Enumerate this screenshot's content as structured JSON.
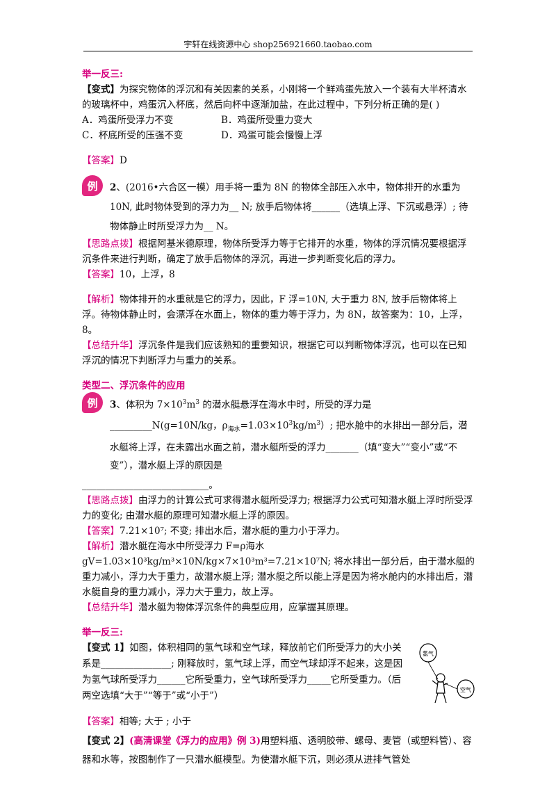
{
  "header": {
    "text": "宇轩在线资源中心   shop256921660.taobao.com"
  },
  "s1": {
    "heading": "举一反三:",
    "variant_tag": "【变式】",
    "question": "为探究物体的浮沉和有关因素的关系，小刚将一个鲜鸡蛋先放入一个装有大半杯清水的玻璃杯中，鸡蛋沉入杯底，然后向杯中逐渐加盐，在此过程中，下列分析正确的是(     )",
    "opt_a": "A．鸡蛋所受浮力不变",
    "opt_b": "B．鸡蛋所受重力变大",
    "opt_c": "C．杯底所受的压强不变",
    "opt_d": "D．鸡蛋可能会慢慢上浮",
    "answer_tag": "【答案】",
    "answer": "D"
  },
  "ex2": {
    "badge": "例",
    "num": "2",
    "text": "、(2016•六合区一模）用手将一重为 8N 的物体全部压入水中，物体排开的水重为 10N, 此时物体受到的浮力为__   N; 放手后物体将______（选填上浮、下沉或悬浮）; 待物体静止时所受浮力为__   N。",
    "hint_tag": "【思路点拨】",
    "hint": "根据阿基米德原理，物体所受浮力等于它排开的水重，物体的浮沉情况要根据浮沉条件来进行判断，确定了放手后物体的浮沉，再进一步判断变化后的浮力。",
    "answer_tag": "【答案】",
    "answer": "10，上浮，8",
    "analysis_tag": "【解析】",
    "analysis": "物体排开的水重就是它的浮力，因此，F 浮=10N, 大于重力 8N, 放手后物体将上浮。待物体静止时，会漂浮在水面上，物体的重力等于浮力，为 8N，故答案为：10，上浮，8。",
    "summary_tag": "【总结升华】",
    "summary": "浮沉条件是我们应该熟知的重要知识，根据它可以判断物体浮沉，也可以在已知浮沉的情况下判断浮力与重力的关系。"
  },
  "type2": {
    "heading": "类型二、浮沉条件的应用"
  },
  "ex3": {
    "badge": "例",
    "num": "3",
    "t1": "、体积为 7×10",
    "t1_sup": "3",
    "t2": "m",
    "t2_sup": "3",
    "t3": " 的潜水艇悬浮在海水中时，所受的浮力是_________N(g=10N/kg，ρ",
    "t3_sub": "海水",
    "t4": "=1.03×10",
    "t4_sup": "3",
    "t5": "kg/m",
    "t5_sup": "3",
    "t6": "）; 把水舱中的水排出一部分后，潜水艇将上浮，在未露出水面之前，潜水艇所受的浮力_______（填“变大”“变小”或“不变”），潜水艇上浮的原因是",
    "t7": "___________________________。",
    "hint_tag": "【思路点拨】",
    "hint": "由浮力的计算公式可求得潜水艇所受浮力; 根据浮力公式可知潜水艇上浮时所受浮力的变化; 由潜水艇的原理可知潜水艇上浮的原因。",
    "answer_tag": "【答案】",
    "answer": "7.21×10⁷; 不变; 排出水后，潜水艇的重力小于浮力。",
    "analysis_tag": "【解析】",
    "analysis": "潜水艇在海水中所受浮力 F=ρ海水gV=1.03×10³kg/m³×10N/kg×7×10³m³=7.21×10⁷N; 将水排出一部分后，由于潜水艇的重力减小，浮力大于重力，故潜水艇上浮; 潜水艇之所以能上浮是因为将水舱内的水排出后，潜水艇自身的重力减小，浮力大于重力，故上浮。",
    "summary_tag": "【总结升华】",
    "summary": "潜水艇为物体浮沉条件的典型应用，应掌握其原理。"
  },
  "s2": {
    "heading": "举一反三:",
    "v1_tag": "【变式 1】",
    "v1": "如图，体积相同的氢气球和空气球，释放前它们所受浮力的大小关系是_______________; 刚释放时，氢气球上浮，而空气球却浮不起来，这是因为氢气球所受浮力______它所受重力，空气球所受浮力_____它所受重力。（后两空选填“大于”“等于”或“小于”）",
    "fig_label_1": "氢气",
    "fig_label_2": "空气",
    "answer_tag": "【答案】",
    "answer": "相等; 大于 ; 小于",
    "v2_tag": "【变式 2】",
    "v2_link": "(高清课堂《浮力的应用》例 3)",
    "v2": "用塑料瓶、透明胶带、螺母、麦管（或塑料管）、容器和水等，按图制作了一只潜水艇模型。为使潜水艇下沉，则必须从进排气管处"
  }
}
